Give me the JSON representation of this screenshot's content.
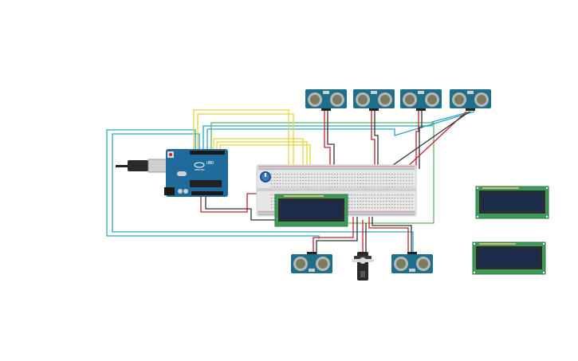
{
  "arduino": {
    "brand_label": "UNO",
    "maker_label": "ARDUINO"
  },
  "sensors": [
    {
      "id": "ultrasonic-sensor-1"
    },
    {
      "id": "ultrasonic-sensor-2"
    },
    {
      "id": "ultrasonic-sensor-3"
    },
    {
      "id": "ultrasonic-sensor-4"
    },
    {
      "id": "ultrasonic-sensor-5"
    },
    {
      "id": "ultrasonic-sensor-6"
    }
  ],
  "lcds": [
    {
      "id": "lcd-on-breadboard"
    },
    {
      "id": "lcd-standalone-top"
    },
    {
      "id": "lcd-standalone-bottom"
    }
  ],
  "colors": {
    "arduino_board": "#1f6c9c",
    "sensor_board": "#1f6f8b",
    "lcd_pcb": "#3c9a5a",
    "lcd_screen": "#1d2b4b",
    "wire_yellow": "#e8d23c",
    "wire_cyan": "#2aa6c4",
    "wire_red": "#c0242c",
    "wire_black": "#333333",
    "wire_green": "#5cb85c",
    "breadboard": "#e6e6e6"
  }
}
